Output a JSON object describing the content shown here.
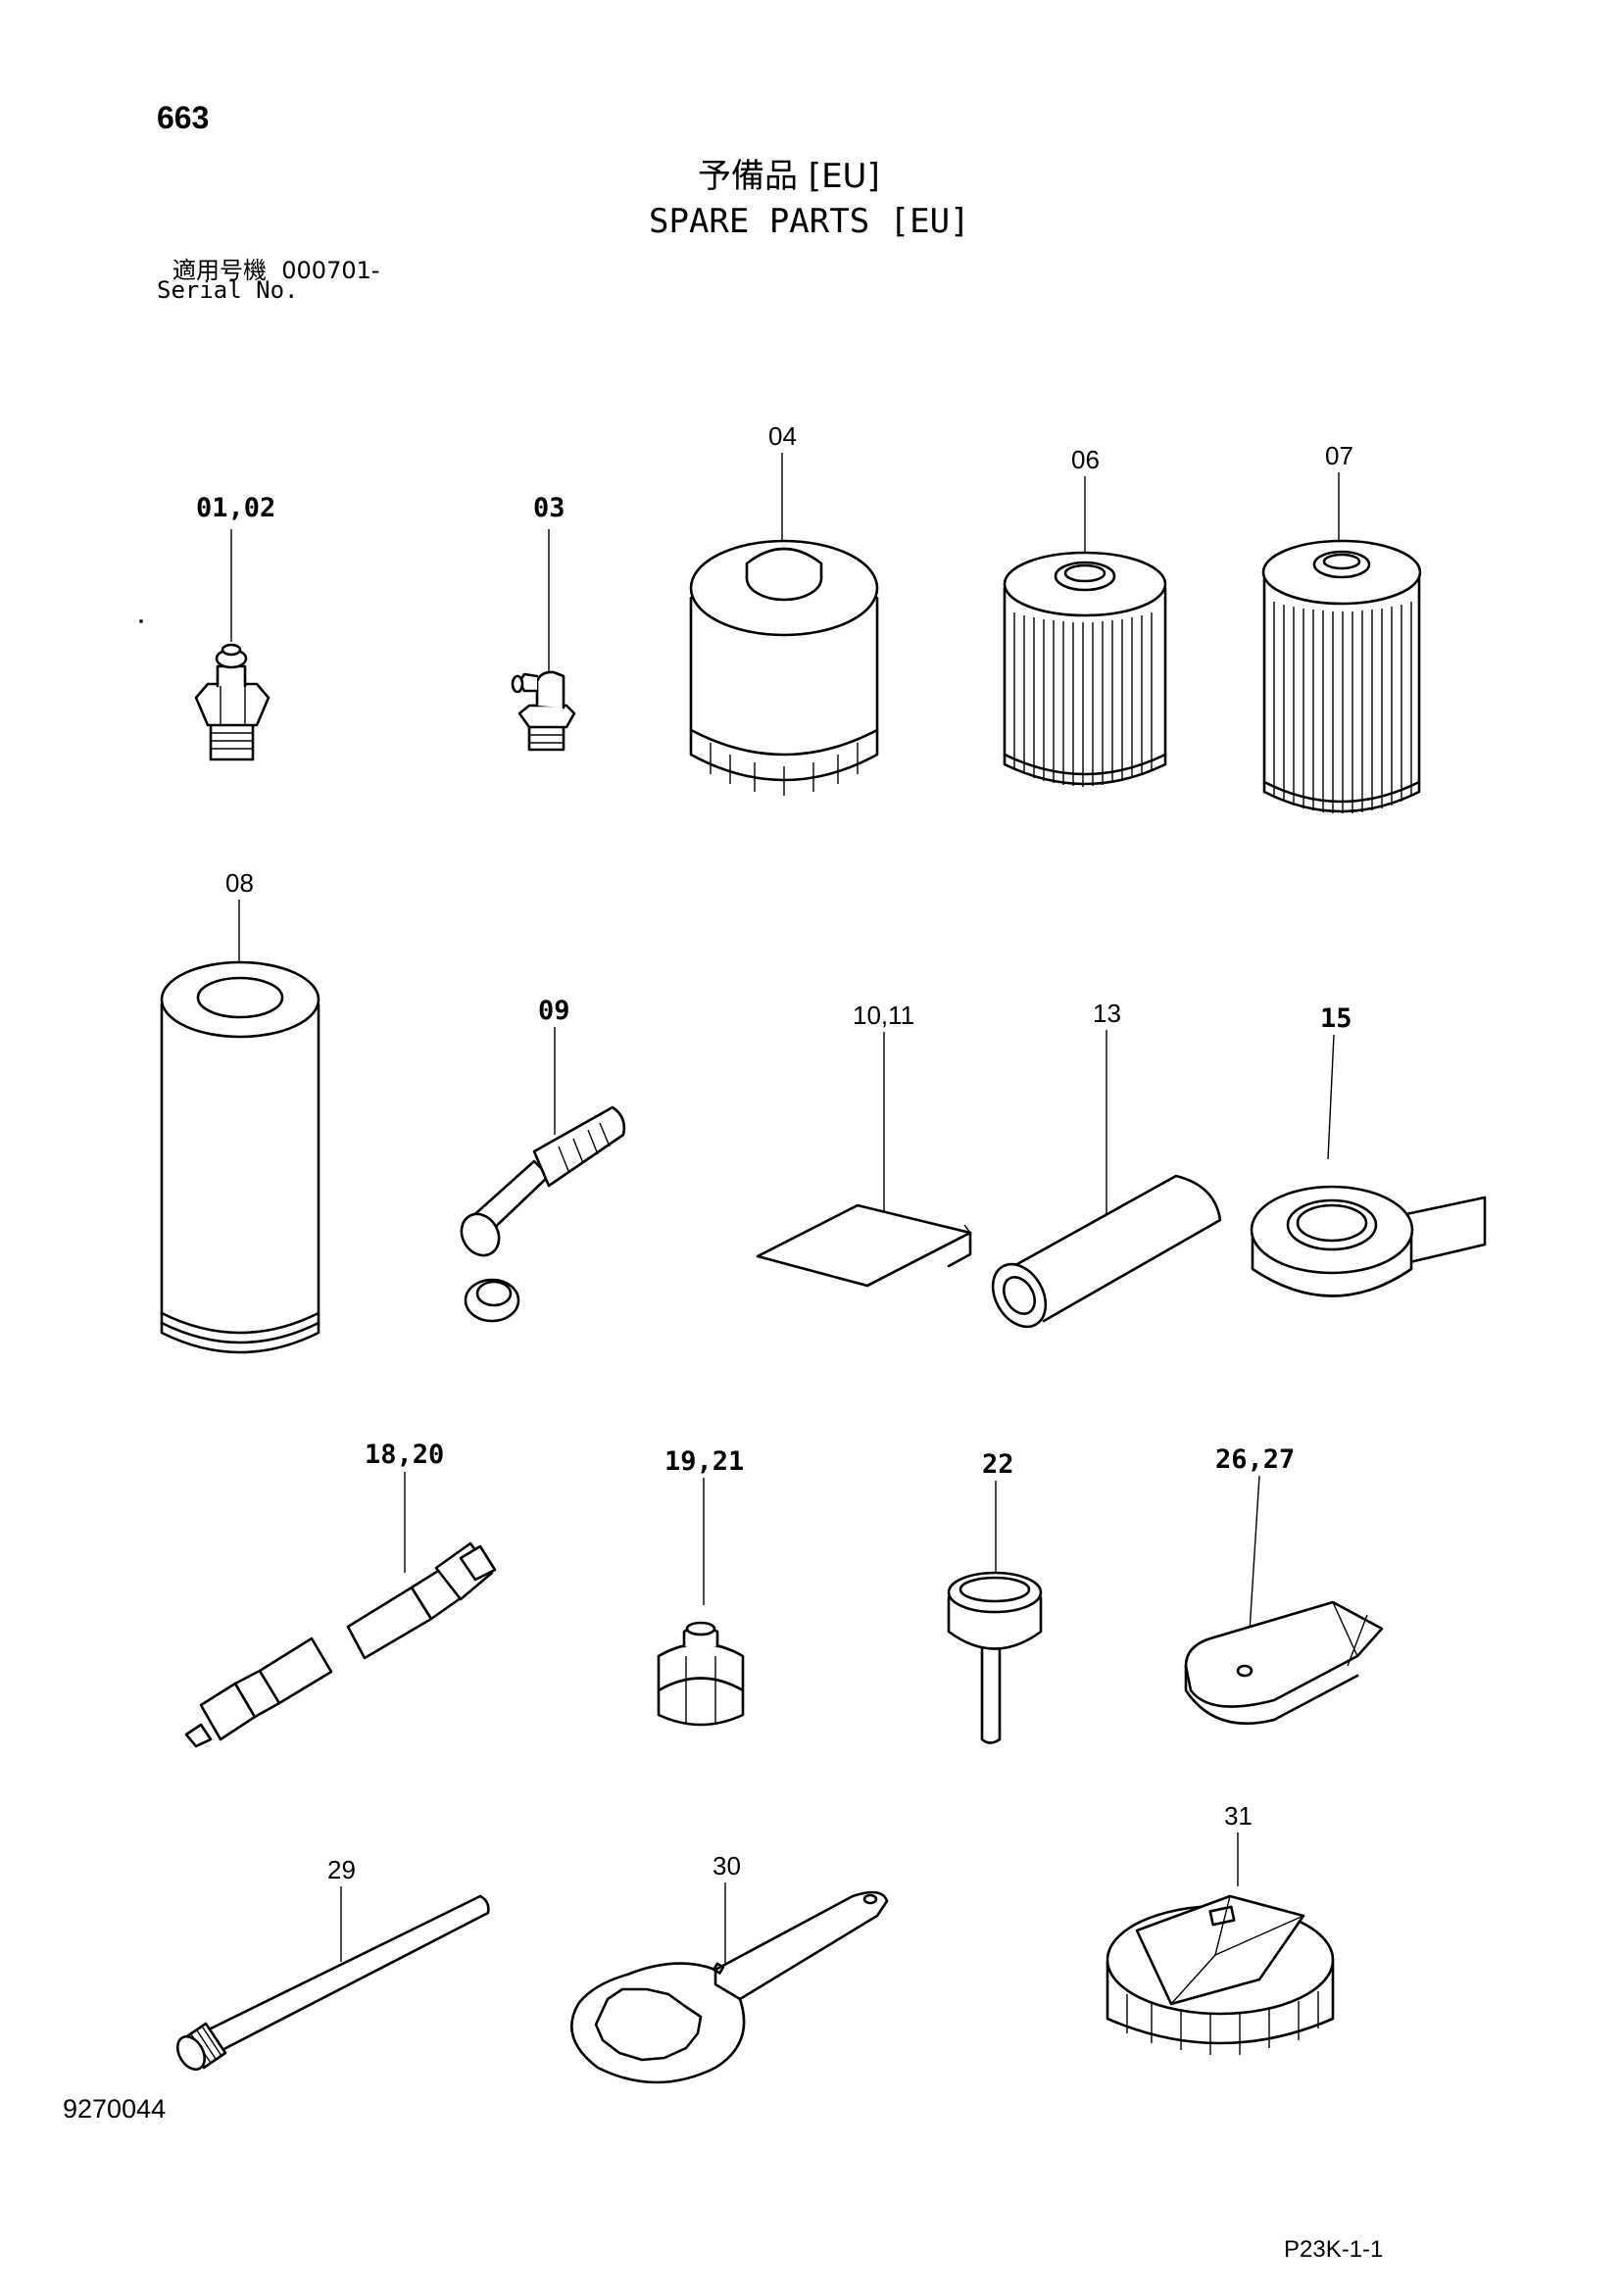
{
  "header": {
    "page_number": "663",
    "title_ja": "予備品 [EU]",
    "title_en": "SPARE PARTS [EU]",
    "serial_label_ja": "適用号機",
    "serial_range": "000701-",
    "serial_label_en": "Serial No."
  },
  "callouts": {
    "c01_02": "01,02",
    "c03": "03",
    "c04": "04",
    "c06": "06",
    "c07": "07",
    "c08": "08",
    "c09": "09",
    "c10_11": "10,11",
    "c13": "13",
    "c15": "15",
    "c18_20": "18,20",
    "c19_21": "19,21",
    "c22": "22",
    "c26_27": "26,27",
    "c29": "29",
    "c30": "30",
    "c31": "31"
  },
  "footer": {
    "drawing_number": "9270044",
    "page_code": "P23K-1-1"
  }
}
